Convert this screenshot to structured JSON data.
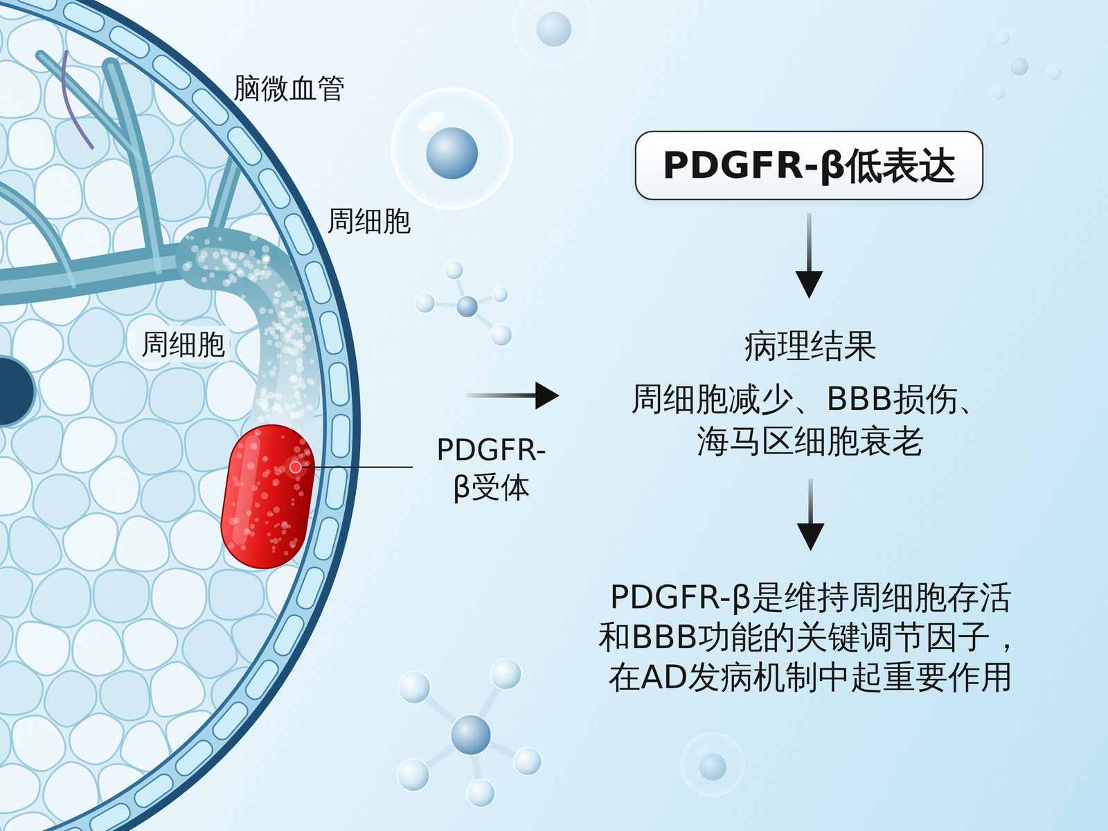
{
  "diagram": {
    "nodes": [
      {
        "text": [
          "PDGFR-β低表达"
        ]
      },
      {
        "text": [
          "病理结果",
          "周细胞减少、BBB损伤、 海马区细胞衰老"
        ]
      },
      {
        "text": [
          "PDGFR-β是维持周细胞存活 和BBB功能的关键调节因子， 在AD发病机制中起重要作用"
        ]
      }
    ],
    "edges": [
      {
        "from": 0,
        "to": 1,
        "arrow": "to"
      },
      {
        "from": 1,
        "to": 2,
        "arrow": "to"
      }
    ],
    "labels": [
      "脑微血管",
      "周细胞",
      "周细胞",
      "PDGFR- β受体"
    ]
  }
}
